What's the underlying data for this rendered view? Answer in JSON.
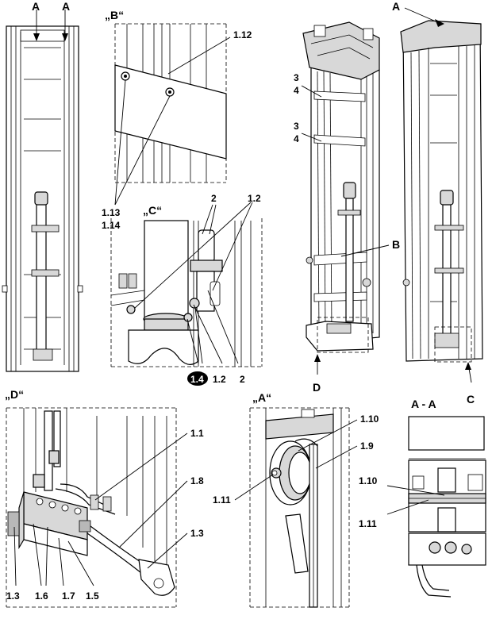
{
  "views": {
    "B": {
      "title": "„B“",
      "labels": {
        "l112": "1.12",
        "l113": "1.13",
        "l114": "1.14"
      }
    },
    "C": {
      "title": "„C“",
      "labels": {
        "l2a": "2",
        "l12a": "1.2",
        "l14": "1.4",
        "l12b": "1.2",
        "l2b": "2"
      }
    },
    "mast": {
      "labels": {
        "aL1": "A",
        "aL2": "A",
        "aR": "A",
        "n3a": "3",
        "n4a": "4",
        "n3b": "3",
        "n4b": "4",
        "b": "B",
        "d": "D",
        "c": "C"
      }
    },
    "D": {
      "title": "„D“",
      "labels": {
        "l11": "1.1",
        "l18": "1.8",
        "l13r": "1.3",
        "l13l": "1.3",
        "l16": "1.6",
        "l17": "1.7",
        "l15": "1.5"
      }
    },
    "A": {
      "title": "„A“",
      "labels": {
        "l110": "1.10",
        "l19": "1.9",
        "l111": "1.11"
      }
    },
    "AA": {
      "title": "A - A",
      "labels": {
        "l110": "1.10",
        "l111": "1.11"
      }
    }
  }
}
